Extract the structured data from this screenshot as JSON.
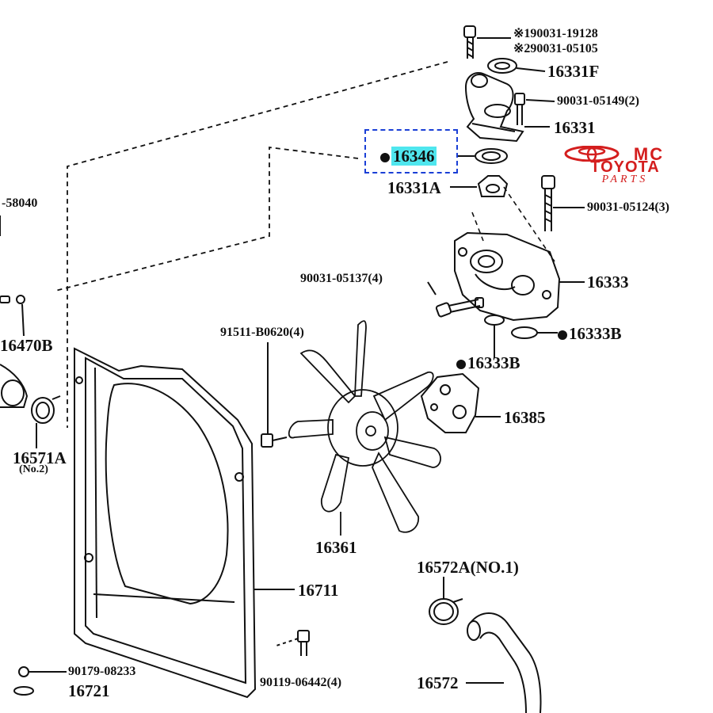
{
  "labels": {
    "bolt_top_1": "※190031-19128",
    "bolt_top_2": "※290031-05105",
    "p16331F": "16331F",
    "bolt_90031_05149": "90031-05149(2)",
    "p16331": "16331",
    "p16346": "16346",
    "p16331A": "16331A",
    "bolt_90031_05124": "90031-05124(3)",
    "left_58040": "-58040",
    "bolt_90031_05137": "90031-05137(4)",
    "p16333": "16333",
    "p16470B": "16470B",
    "bolt_91511": "91511-B0620(4)",
    "p16333B_right": "16333B",
    "p16333B_left": "16333B",
    "p16385": "16385",
    "p16571A": "16571A",
    "p16571A_sub": "(No.2)",
    "p16361": "16361",
    "p16572A": "16572A(NO.1)",
    "p16711": "16711",
    "bolt_90179": "90179-08233",
    "p16721": "16721",
    "bolt_90119": "90119-06442(4)",
    "p16572": "16572"
  },
  "brand": {
    "line1": "MC",
    "line2": "TOYOTA",
    "line3": "PARTS",
    "color": "#d41e1e"
  },
  "highlight": {
    "part": "16346",
    "color": "#4fe6ee",
    "box_color": "#1a3fd6"
  }
}
